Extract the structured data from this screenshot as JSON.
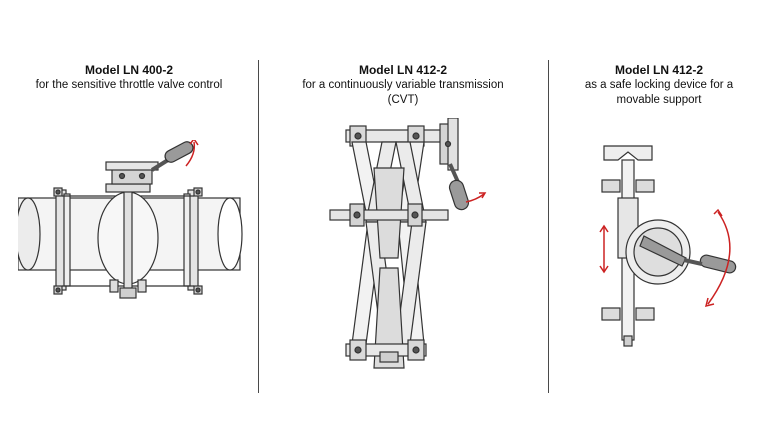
{
  "panels": [
    {
      "title": "Model LN 400-2",
      "subtitle_lines": [
        "for the sensitive throttle valve control"
      ]
    },
    {
      "title": "Model LN 412-2",
      "subtitle_lines": [
        "for a continuously variable transmission",
        "(CVT)"
      ]
    },
    {
      "title": "Model LN 412-2",
      "subtitle_lines": [
        "as a safe locking device for a",
        "movable support"
      ]
    }
  ],
  "colors": {
    "line": "#333333",
    "fill_light": "#f4f4f4",
    "fill_mid": "#d9d9d9",
    "handle": "#9a9a9a",
    "arrow": "#cc2222",
    "divider": "#4a4a4a"
  }
}
